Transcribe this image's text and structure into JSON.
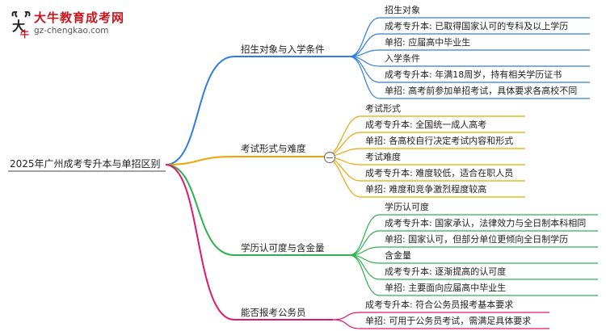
{
  "logo": {
    "title": "大牛教育成考网",
    "url": "gz-chengkao.com"
  },
  "root": "2025年广州成考专升本与单招区别",
  "colors": {
    "branch1": "#2f7de1",
    "branch2": "#f0a300",
    "branch3": "#2cb34a",
    "branch4": "#e0186c"
  },
  "branches": [
    {
      "label": "招生对象与入学条件",
      "leaves": [
        "招生对象",
        "成考专升本: 已取得国家认可的专科及以上学历",
        "单招: 应届高中毕业生",
        "入学条件",
        "成考专升本: 年满18周岁，持有相关学历证书",
        "单招: 高考前参加单招考试，具体要求各高校不同"
      ]
    },
    {
      "label": "考试形式与难度",
      "leaves": [
        "考试形式",
        "成考专升本: 全国统一成人高考",
        "单招: 各高校自行决定考试内容和形式",
        "考试难度",
        "成考专升本: 难度较低，适合在职人员",
        "单招: 难度和竞争激烈程度较高"
      ]
    },
    {
      "label": "学历认可度与含金量",
      "leaves": [
        "学历认可度",
        "成考专升本: 国家承认，法律效力与全日制本科相同",
        "单招: 国家认可，但部分单位更倾向全日制学历",
        "含金量",
        "成考专升本: 逐渐提高的认可度",
        "单招: 主要面向应届高中毕业生"
      ]
    },
    {
      "label": "能否报考公务员",
      "leaves": [
        "成考专升本: 符合公务员报考基本要求",
        "单招: 可用于公务员考试，需满足具体要求"
      ]
    }
  ]
}
